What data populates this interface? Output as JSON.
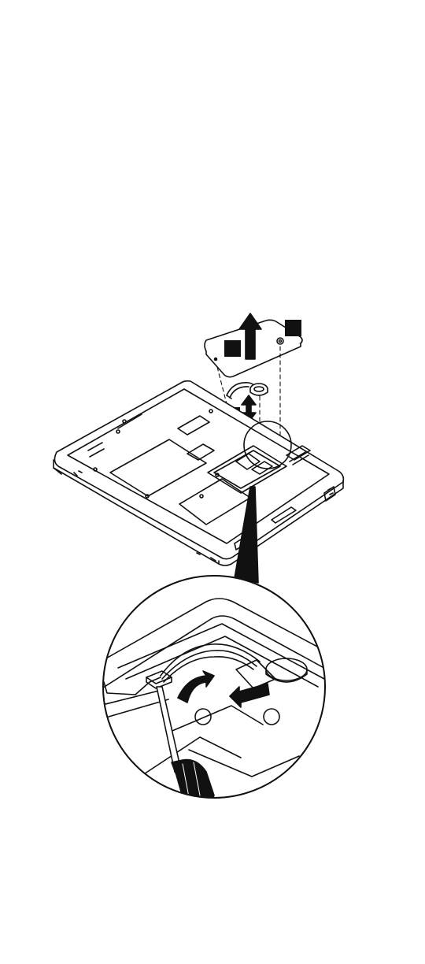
{
  "figure": {
    "callouts": [
      {
        "id": "step-1",
        "label": ""
      },
      {
        "id": "step-2",
        "label": ""
      },
      {
        "id": "step-3",
        "label": ""
      }
    ],
    "detail_markers": [
      {
        "id": "marker-a",
        "label": ""
      },
      {
        "id": "marker-b",
        "label": ""
      }
    ],
    "colors": {
      "line": "#111111",
      "fill": "#ffffff",
      "callout": "#111111"
    },
    "icons": [
      "battery-cover-icon",
      "backup-battery-icon",
      "laptop-underside-icon",
      "magnified-detail-icon",
      "screwdriver-icon",
      "lift-arrow-icon",
      "pull-arrow-icon"
    ]
  }
}
